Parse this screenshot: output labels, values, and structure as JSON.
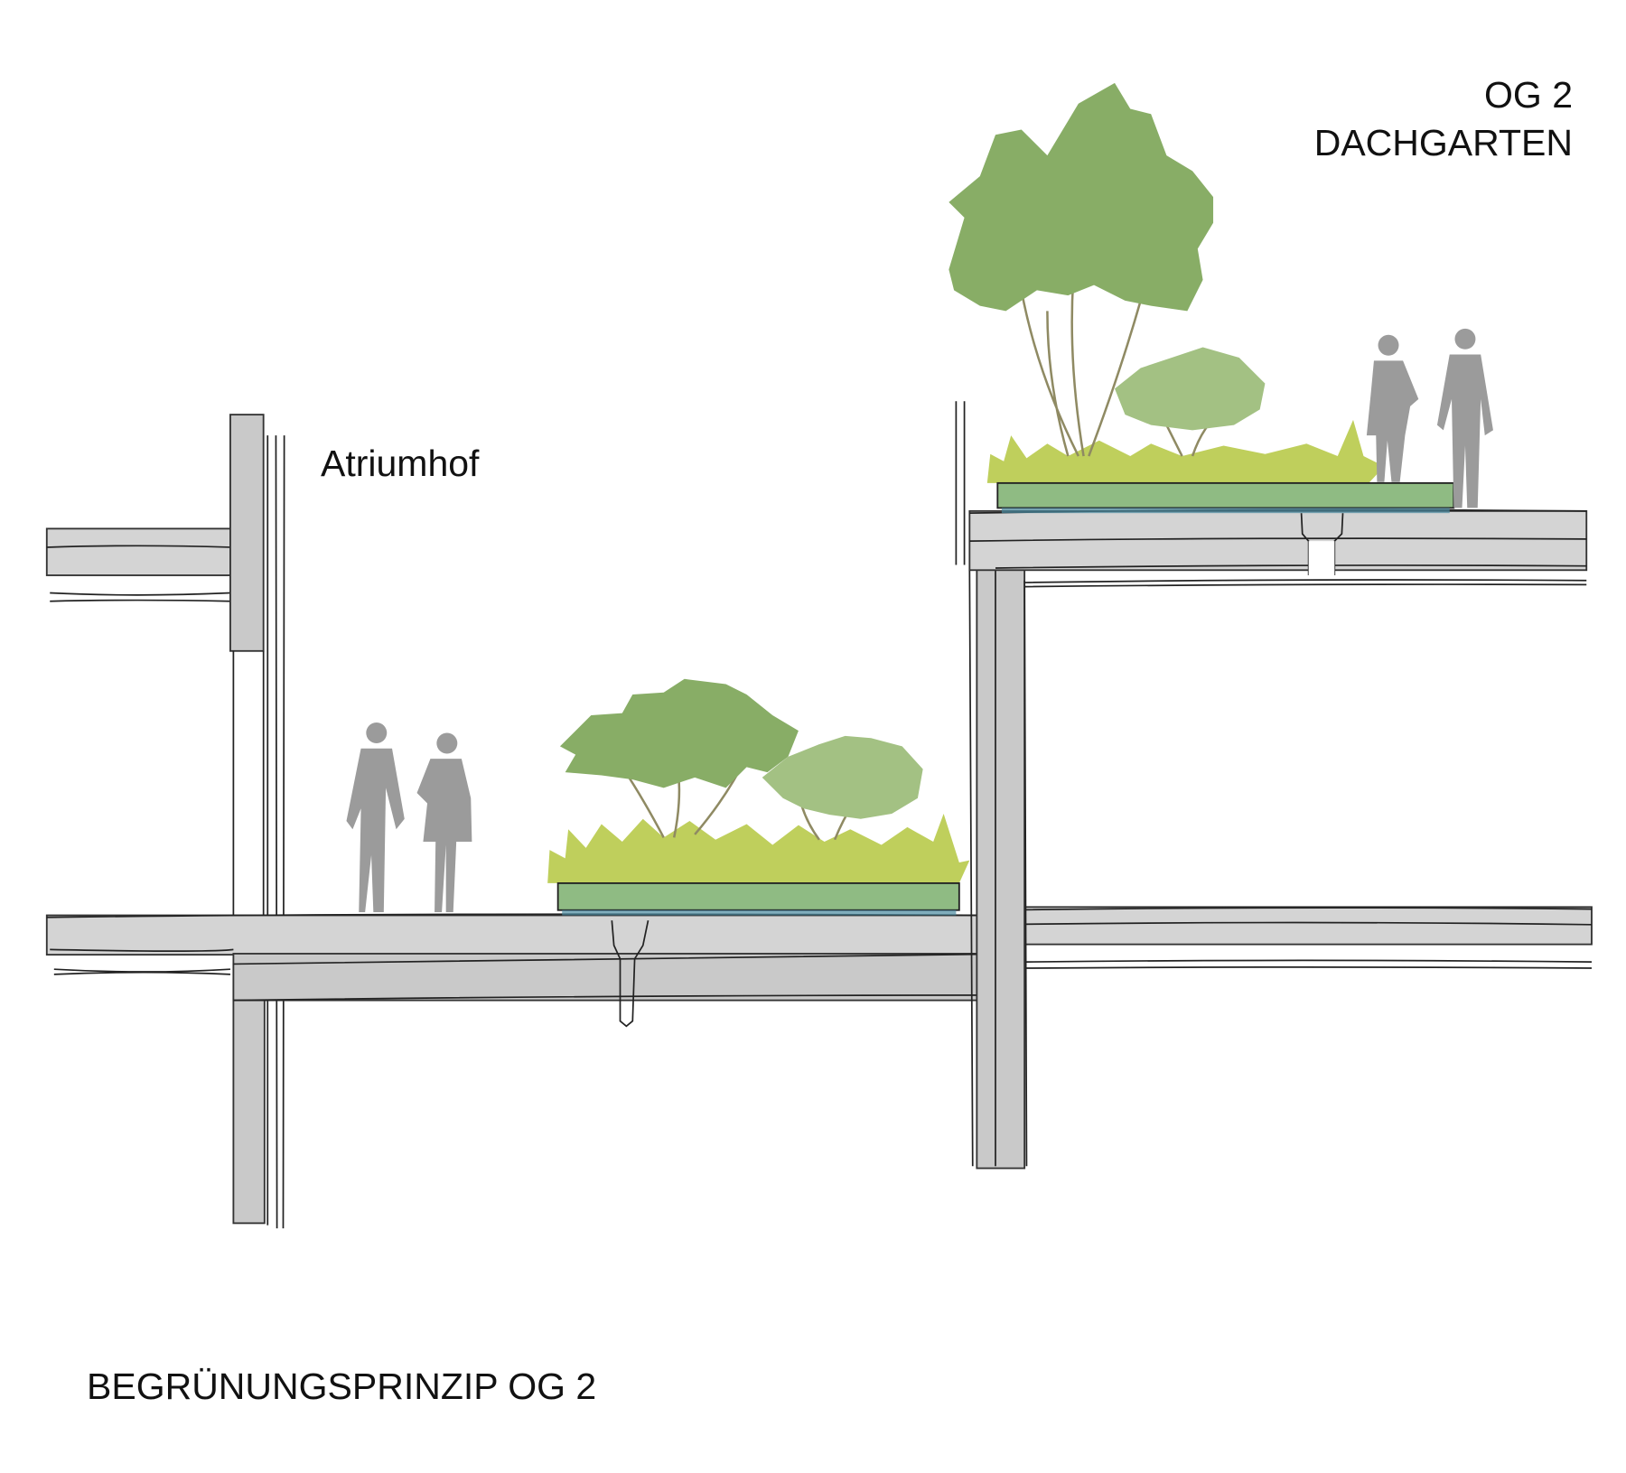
{
  "labels": {
    "level": "OG 2",
    "roof_garden": "DACHGARTEN",
    "atrium": "Atriumhof",
    "title": "BEGRÜNUNGSPRINZIP OG 2"
  },
  "colors": {
    "concrete": "#d4d4d4",
    "planter": "#8fbb83",
    "grass": "#bfcf5c",
    "tree_dark": "#88ad66",
    "tree_light": "#a3c183",
    "drainage": "#4a8aa0",
    "people": "#9b9b9b"
  }
}
